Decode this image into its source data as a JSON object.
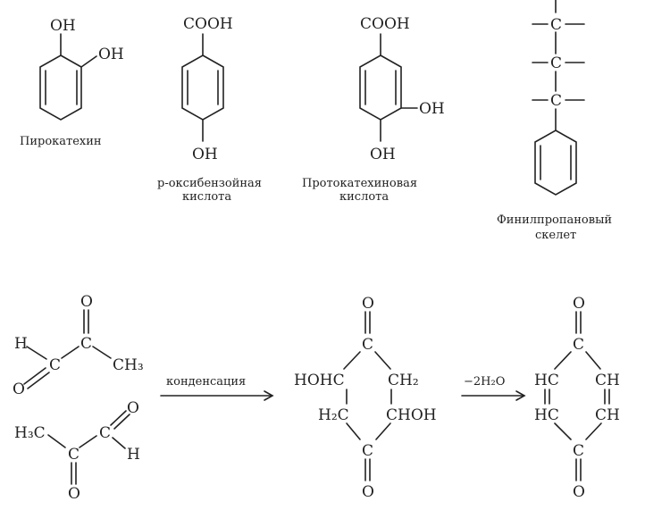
{
  "top": {
    "pyrocatechol": {
      "oh1": "OH",
      "oh2": "OH",
      "name": "Пирокатехин"
    },
    "hydroxybenzoic": {
      "cooh": "COOH",
      "oh": "OH",
      "name_line1": "р-оксибензойная",
      "name_line2": "кислота"
    },
    "protocatechuic": {
      "cooh": "COOH",
      "oh_side": "OH",
      "oh_bottom": "OH",
      "name_line1": "Протокатехиновая",
      "name_line2": "кислота"
    },
    "phenylpropane": {
      "c1": "C",
      "c2": "C",
      "c3": "C",
      "name_line1": "Финилпропановый",
      "name_line2": "скелет"
    }
  },
  "bottom": {
    "reactant1": {
      "h": "H",
      "c_left": "C",
      "o_left": "O",
      "c_right": "C",
      "o_top": "O",
      "ch3": "CH₃"
    },
    "reactant2": {
      "h3c": "H₃C",
      "c_right": "C",
      "o_right": "O",
      "h": "H",
      "c_bottom": "C",
      "o_bottom": "O"
    },
    "arrow1_label": "конденсация",
    "intermediate": {
      "o_top": "O",
      "c_top": "C",
      "hohc": "HOHC",
      "ch2_top": "CH₂",
      "h2c": "H₂C",
      "chhoh": "CHOH",
      "c_bottom": "C",
      "o_bottom": "O"
    },
    "arrow2_label": "−2H₂O",
    "product": {
      "o_top": "O",
      "c_top": "C",
      "hc_top": "HC",
      "ch_top": "CH",
      "hc_bottom": "HC",
      "ch_bottom": "CH",
      "c_bottom": "C",
      "o_bottom": "O"
    }
  }
}
